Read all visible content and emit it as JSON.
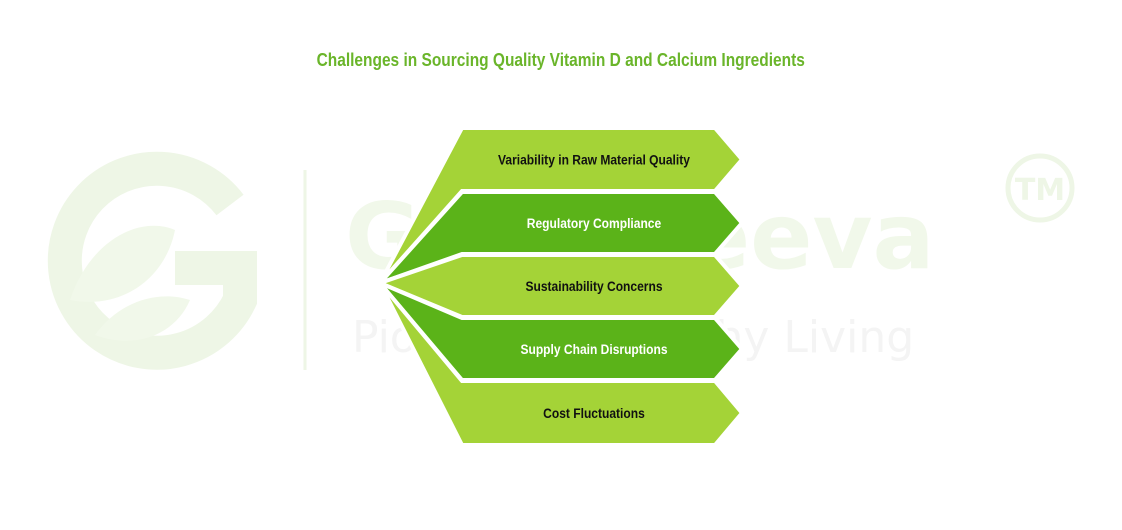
{
  "title": "Challenges in Sourcing Quality Vitamin D and Calcium Ingredients",
  "watermark": {
    "brand": "Greenjeeva",
    "registered_mark": "TM",
    "tagline": "Pioneering Healthy Living",
    "logo_letter": "G"
  },
  "colors": {
    "title": "#6ab52a",
    "light_green": "#a4d337",
    "dark_green": "#5bb319",
    "light_text": "#111111",
    "dark_text": "#ffffff",
    "watermark": "#eef6e6"
  },
  "items": [
    {
      "label": "Variability in Raw Material Quality",
      "shade": "light"
    },
    {
      "label": "Regulatory Compliance",
      "shade": "dark"
    },
    {
      "label": "Sustainability Concerns",
      "shade": "light"
    },
    {
      "label": "Supply Chain Disruptions",
      "shade": "dark"
    },
    {
      "label": "Cost Fluctuations",
      "shade": "light"
    }
  ]
}
